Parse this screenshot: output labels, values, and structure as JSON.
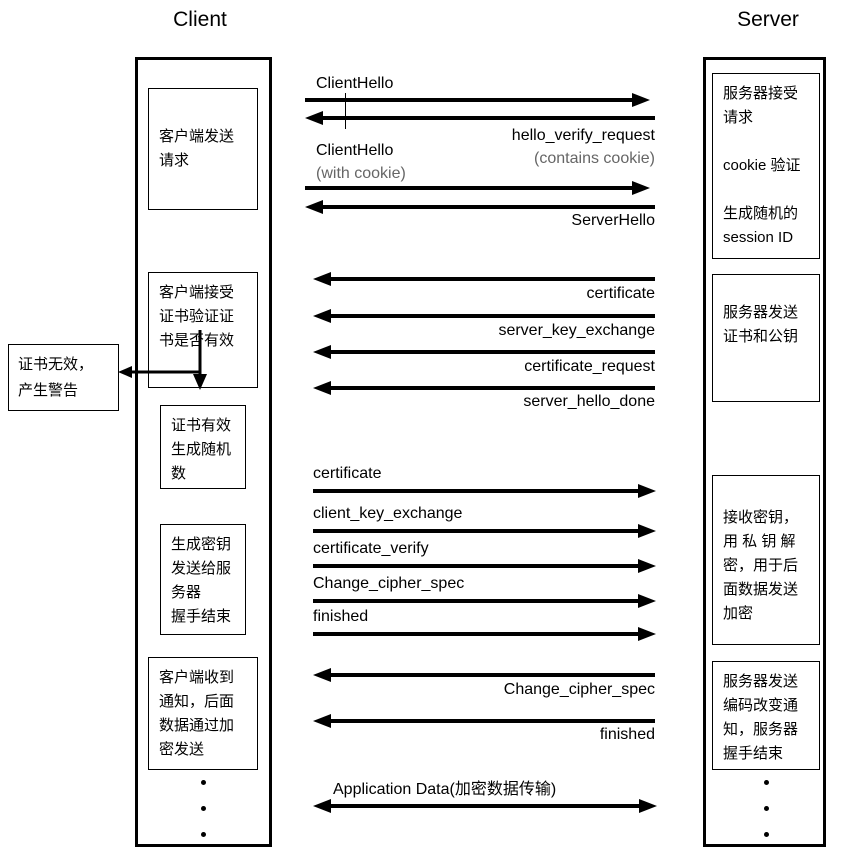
{
  "diagram": {
    "title_client": "Client",
    "title_server": "Server",
    "client_boxes": [
      {
        "id": "client-send-request",
        "lines": [
          "客户端发送",
          "请求"
        ]
      },
      {
        "id": "client-verify-cert",
        "lines": [
          "客户端接受",
          "证书验证证",
          "书是否有效"
        ]
      },
      {
        "id": "client-cert-valid",
        "lines": [
          "证书有效",
          "生成随机",
          "数"
        ]
      },
      {
        "id": "client-gen-key",
        "lines": [
          "生成密钥",
          "发送给服",
          "务器",
          "握手结束"
        ]
      },
      {
        "id": "client-received-notice",
        "lines": [
          "客户端收到",
          "通知，后面",
          "数据通过加",
          "密发送"
        ]
      }
    ],
    "alert_box": {
      "id": "cert-invalid-alert",
      "lines": [
        "证书无效，",
        "产生警告"
      ]
    },
    "server_boxes": [
      {
        "id": "server-accept-request",
        "lines": [
          "服务器接受",
          "请求",
          "",
          "cookie 验证",
          "",
          "生成随机的",
          "session ID"
        ]
      },
      {
        "id": "server-send-cert",
        "lines": [
          "服务器发送",
          "证书和公钥"
        ]
      },
      {
        "id": "server-receive-key",
        "lines": [
          "接收密钥，",
          "用 私 钥 解",
          "密，用于后",
          "面数据发送",
          "加密"
        ]
      },
      {
        "id": "server-change-cipher",
        "lines": [
          "服务器发送",
          "编码改变通",
          "知，服务器",
          "握手结束"
        ]
      }
    ],
    "messages": [
      {
        "id": "msg-client-hello-1",
        "label": "ClientHello",
        "dir": "right",
        "align": "left"
      },
      {
        "id": "msg-hello-verify-request",
        "label": "hello_verify_request",
        "dir": "left",
        "align": "right"
      },
      {
        "id": "msg-hello-verify-sub",
        "label": "(contains cookie)",
        "gray": true
      },
      {
        "id": "msg-client-hello-2",
        "label": "ClientHello",
        "dir": "right",
        "align": "left"
      },
      {
        "id": "msg-client-hello-2-sub",
        "label": "(with cookie)",
        "gray": true
      },
      {
        "id": "msg-server-hello",
        "label": "ServerHello",
        "dir": "left",
        "align": "right"
      },
      {
        "id": "msg-certificate-s",
        "label": "certificate",
        "dir": "left",
        "align": "right"
      },
      {
        "id": "msg-server-key-exchange",
        "label": "server_key_exchange",
        "dir": "left",
        "align": "right"
      },
      {
        "id": "msg-certificate-request",
        "label": "certificate_request",
        "dir": "left",
        "align": "right"
      },
      {
        "id": "msg-server-hello-done",
        "label": "server_hello_done",
        "dir": "left",
        "align": "right"
      },
      {
        "id": "msg-certificate-c",
        "label": "certificate",
        "dir": "right",
        "align": "left"
      },
      {
        "id": "msg-client-key-exchange",
        "label": "client_key_exchange",
        "dir": "right",
        "align": "left"
      },
      {
        "id": "msg-certificate-verify",
        "label": "certificate_verify",
        "dir": "right",
        "align": "left"
      },
      {
        "id": "msg-change-cipher-spec-c",
        "label": "Change_cipher_spec",
        "dir": "right",
        "align": "left"
      },
      {
        "id": "msg-finished-c",
        "label": "finished",
        "dir": "right",
        "align": "left"
      },
      {
        "id": "msg-change-cipher-spec-s",
        "label": "Change_cipher_spec",
        "dir": "left",
        "align": "right"
      },
      {
        "id": "msg-finished-s",
        "label": "finished",
        "dir": "left",
        "align": "right"
      },
      {
        "id": "msg-application-data",
        "label": "Application Data(加密数据传输)",
        "dir": "both",
        "align": "left"
      }
    ],
    "colors": {
      "stroke": "#000000",
      "background": "#ffffff",
      "muted_text": "#666666"
    }
  }
}
